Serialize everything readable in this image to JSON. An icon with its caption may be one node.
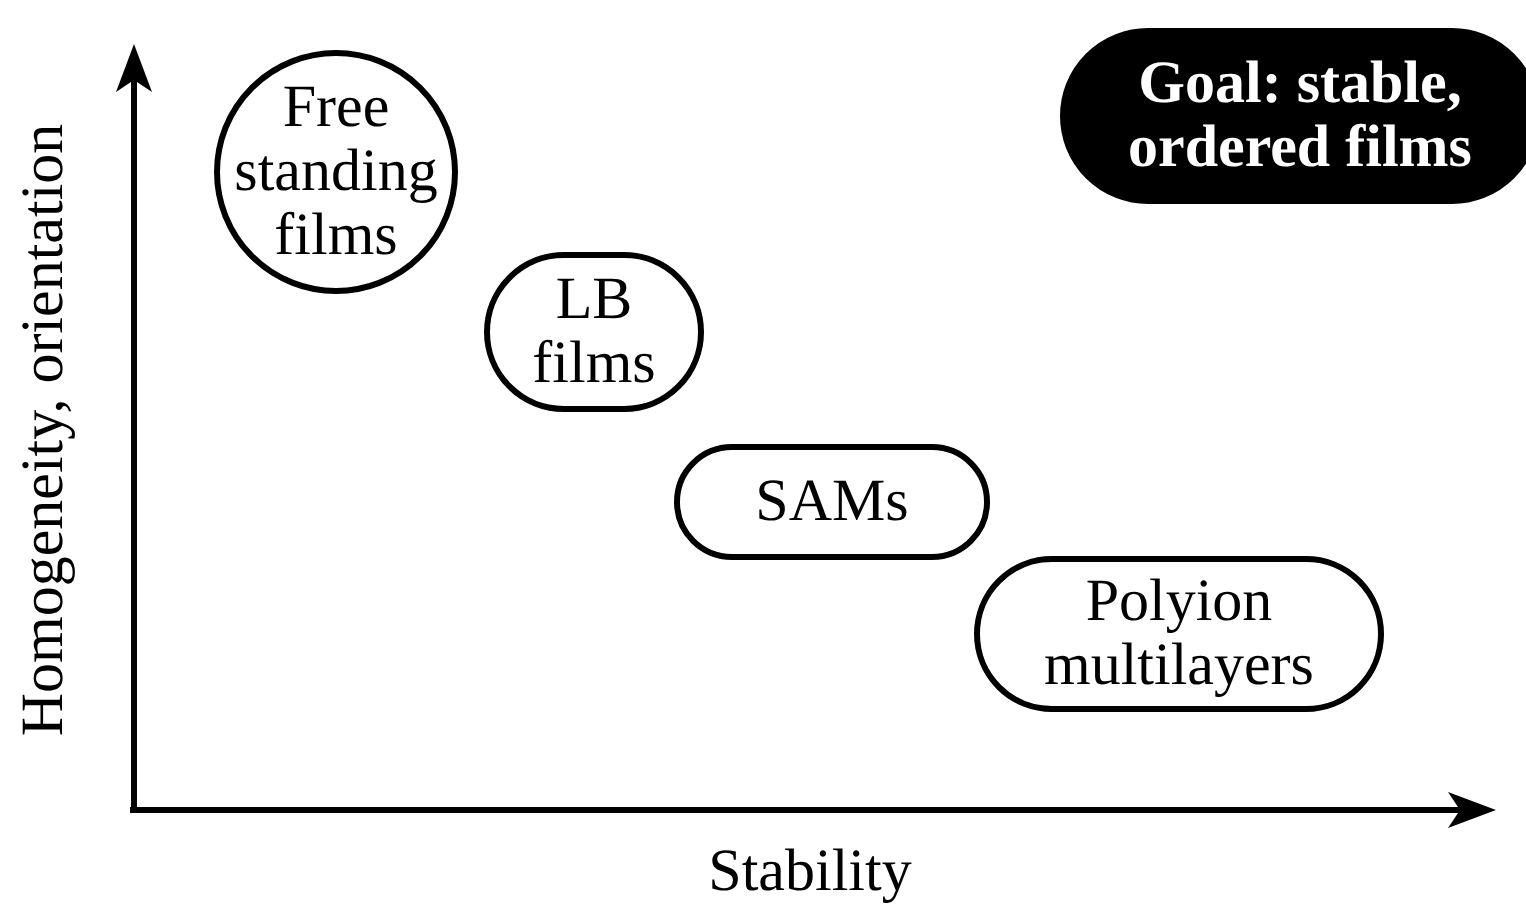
{
  "diagram": {
    "nodes": [
      {
        "text": [
          "Free standing films"
        ]
      },
      {
        "text": [
          "LB films"
        ]
      },
      {
        "text": [
          "SAMs"
        ]
      },
      {
        "text": [
          "Polyion multilayers"
        ]
      },
      {
        "text": [
          "Goal: stable, ordered films"
        ]
      }
    ],
    "labels": [
      "Homogeneity, orientation",
      "Stability"
    ]
  }
}
